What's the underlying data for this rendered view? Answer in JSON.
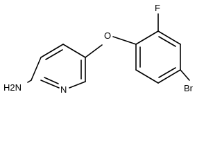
{
  "molecule": {
    "atoms": {
      "amine": "H2N",
      "ring_nitrogen": "N",
      "ether_oxygen": "O",
      "fluorine": "F",
      "bromine": "Br"
    }
  }
}
